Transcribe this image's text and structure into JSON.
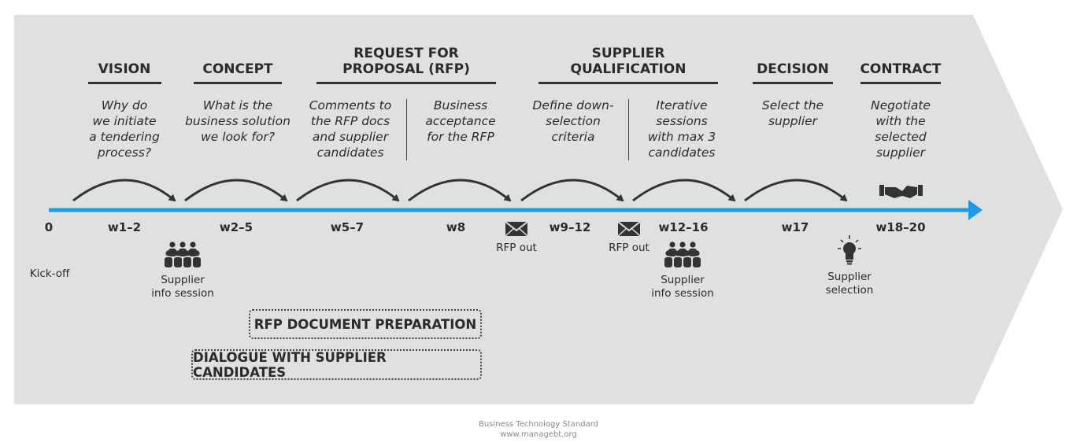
{
  "phases": [
    {
      "title": [
        "VISION"
      ]
    },
    {
      "title": [
        "CONCEPT"
      ]
    },
    {
      "title": [
        "REQUEST FOR",
        "PROPOSAL (RFP)"
      ]
    },
    {
      "title": [
        "SUPPLIER",
        "QUALIFICATION"
      ]
    },
    {
      "title": [
        "DECISION"
      ]
    },
    {
      "title": [
        "CONTRACT"
      ]
    }
  ],
  "steps": [
    {
      "lines": [
        "Why do",
        "we initiate",
        "a tendering",
        "process?"
      ],
      "week": "w1–2"
    },
    {
      "lines": [
        "What is the",
        "business solution",
        "we look for?"
      ],
      "week": "w2–5"
    },
    {
      "lines": [
        "Comments to",
        "the RFP docs",
        "and supplier",
        "candidates"
      ],
      "week": "w5–7"
    },
    {
      "lines": [
        "Business",
        "acceptance",
        "for the RFP"
      ],
      "week": "w8"
    },
    {
      "lines": [
        "Define down-",
        "selection",
        "criteria"
      ],
      "week": "w9–12"
    },
    {
      "lines": [
        "Iterative",
        "sessions",
        "with max 3",
        "candidates"
      ],
      "week": "w12–16"
    },
    {
      "lines": [
        "Select the",
        "supplier"
      ],
      "week": "w17"
    },
    {
      "lines": [
        "Negotiate",
        "with the",
        "selected",
        "supplier"
      ],
      "week": "w18–20"
    }
  ],
  "start": {
    "week": "0",
    "label": "Kick-off"
  },
  "events": {
    "supplier_info_session_1": [
      "Supplier",
      "info session"
    ],
    "rfp_out_1": "RFP out",
    "rfp_out_2": "RFP out",
    "supplier_info_session_2": [
      "Supplier",
      "info session"
    ],
    "supplier_selection": [
      "Supplier",
      "selection"
    ]
  },
  "boxes": {
    "rfp_document_preparation": "RFP DOCUMENT PREPARATION",
    "dialogue_with_supplier_candidates": "DIALOGUE WITH SUPPLIER CANDIDATES"
  },
  "footer": [
    "Business Technology Standard",
    "www.managebt.org"
  ],
  "colors": {
    "background_arrow": "#e0e0e0",
    "timeline": "#1e9be6",
    "text": "#2b2b2b"
  },
  "icons": [
    "group-icon",
    "envelope-icon",
    "lightbulb-icon",
    "handshake-icon",
    "arc-arrow-icon",
    "timeline-arrow-icon"
  ]
}
